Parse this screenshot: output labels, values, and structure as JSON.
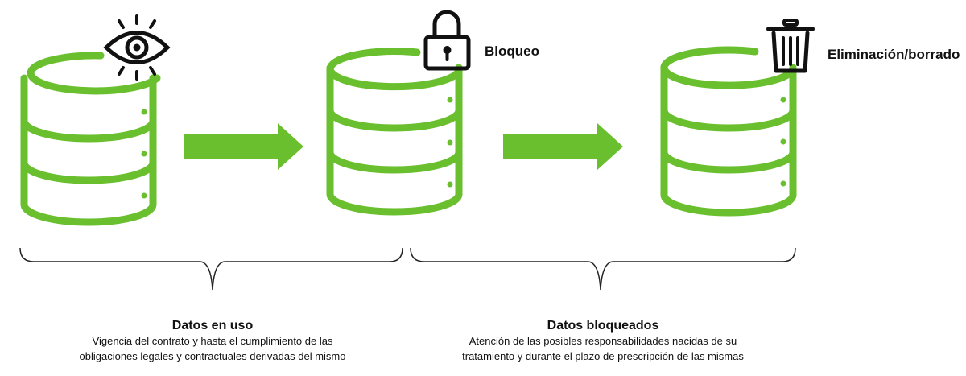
{
  "colors": {
    "accent": "#6abf2e",
    "ink": "#111111"
  },
  "stages": [
    {
      "icon": "eye-icon",
      "label": ""
    },
    {
      "icon": "lock-icon",
      "label": "Bloqueo"
    },
    {
      "icon": "trash-icon",
      "label": "Eliminación/borrado"
    }
  ],
  "groups": [
    {
      "title": "Datos en uso",
      "desc_line1": "Vigencia del contrato y hasta el cumplimiento de las",
      "desc_line2": "obligaciones legales y contractuales derivadas del mismo"
    },
    {
      "title": "Datos bloqueados",
      "desc_line1": "Atención de las posibles responsabilidades nacidas de su",
      "desc_line2": "tratamiento y durante el plazo de prescripción de las mismas"
    }
  ]
}
